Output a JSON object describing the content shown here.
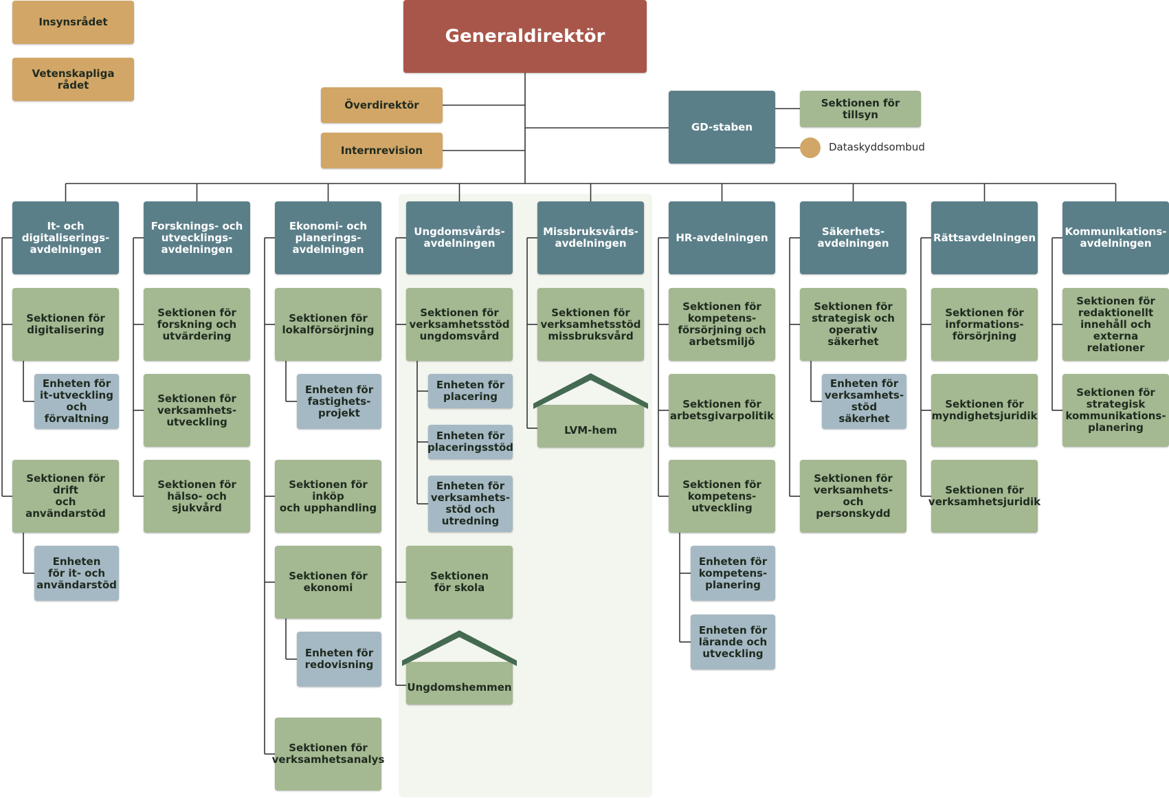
{
  "top": {
    "generaldirektor": "Generaldirektör",
    "insynsradet": "Insynsrådet",
    "vetenskapliga_radet": "Vetenskapliga\nrådet",
    "overdirektor": "Överdirektör",
    "internrevision": "Internrevision",
    "gd_staben": "GD-staben",
    "sektionen_tillsyn": "Sektionen för tillsyn",
    "dataskyddsombud": "Dataskyddsombud"
  },
  "departments": [
    {
      "title": "It- och\ndigitaliserings-\navdelningen",
      "sections": [
        {
          "label": "Sektionen för\ndigitalisering",
          "units": [
            "Enheten för\nit-utveckling\noch förvaltning"
          ]
        },
        {
          "label": "Sektionen för drift\noch användarstöd",
          "units": [
            "Enheten\nför it- och\nanvändarstöd"
          ]
        }
      ]
    },
    {
      "title": "Forsknings- och\nutvecklings-\navdelningen",
      "sections": [
        {
          "label": "Sektionen för\nforskning och\nutvärdering",
          "units": []
        },
        {
          "label": "Sektionen för\nverksamhets-\nutveckling",
          "units": []
        },
        {
          "label": "Sektionen för\nhälso- och sjukvård",
          "units": []
        }
      ]
    },
    {
      "title": "Ekonomi- och\nplanerings-\navdelningen",
      "sections": [
        {
          "label": "Sektionen för\nlokalförsörjning",
          "units": [
            "Enheten för\nfastighets-\nprojekt"
          ]
        },
        {
          "label": "Sektionen för inköp\noch upphandling",
          "units": []
        },
        {
          "label": "Sektionen för\nekonomi",
          "units": [
            "Enheten för\nredovisning"
          ]
        },
        {
          "label": "Sektionen för\nverksamhetsanalys",
          "units": []
        }
      ]
    },
    {
      "title": "Ungdomsvårds-\navdelningen",
      "sections": [
        {
          "label": "Sektionen för\nverksamhetsstöd\nungdomsvård",
          "units": [
            "Enheten för\nplacering",
            "Enheten för\nplaceringsstöd",
            "Enheten för\nverksamhets-\nstöd och\nutredning"
          ]
        },
        {
          "label": "Sektionen\nför skola",
          "units": []
        }
      ],
      "home": "Ungdomshemmen"
    },
    {
      "title": "Missbruksvårds-\navdelningen",
      "sections": [
        {
          "label": "Sektionen för\nverksamhetsstöd\nmissbruksvård",
          "units": []
        }
      ],
      "home": "LVM-hem"
    },
    {
      "title": "HR-avdelningen",
      "sections": [
        {
          "label": "Sektionen för\nkompetens-\nförsörjning och\narbetsmiljö",
          "units": []
        },
        {
          "label": "Sektionen för\narbetsgivarpolitik",
          "units": []
        },
        {
          "label": "Sektionen för\nkompetens-\nutveckling",
          "units": [
            "Enheten för\nkompetens-\nplanering",
            "Enheten för\nlärande och\nutveckling"
          ]
        }
      ]
    },
    {
      "title": "Säkerhets-\navdelningen",
      "sections": [
        {
          "label": "Sektionen för\nstrategisk och\noperativ säkerhet",
          "units": [
            "Enheten för\nverksamhets-\nstöd säkerhet"
          ]
        },
        {
          "label": "Sektionen för\nverksamhets- och\npersonskydd",
          "units": []
        }
      ]
    },
    {
      "title": "Rättsavdelningen",
      "sections": [
        {
          "label": "Sektionen för\ninformations-\nförsörjning",
          "units": []
        },
        {
          "label": "Sektionen för\nmyndighetsjuridik",
          "units": []
        },
        {
          "label": "Sektionen för\nverksamhetsjuridik",
          "units": []
        }
      ]
    },
    {
      "title": "Kommunikations-\navdelningen",
      "sections": [
        {
          "label": "Sektionen för\nredaktionellt\ninnehåll och\nexterna relationer",
          "units": []
        },
        {
          "label": "Sektionen för\nstrategisk\nkommunikations-\nplanering",
          "units": []
        }
      ]
    }
  ],
  "colors": {
    "gd": "#a9564a",
    "advisory": "#d1a667",
    "department": "#5b7f89",
    "section": "#a4b891",
    "unit": "#a5b9c4",
    "roof": "#456a52",
    "line": "#333333",
    "zone": "#f3f6ef"
  }
}
